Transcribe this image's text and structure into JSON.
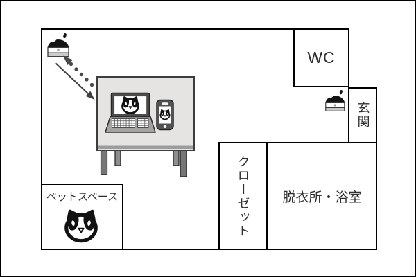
{
  "rooms": {
    "wc": {
      "label": "WC"
    },
    "genkan": {
      "label": "玄関"
    },
    "closet": {
      "label": "クローゼット"
    },
    "bathroom": {
      "label": "脱衣所・浴室"
    },
    "pet_space": {
      "label": "ペットスペース"
    }
  },
  "icons": {
    "camera_living": "dome-security-camera-icon",
    "camera_genkan": "dome-security-camera-icon",
    "laptop": "laptop-showing-cat-icon",
    "smartphone": "smartphone-showing-cat-icon",
    "pet_cat": "cat-face-icon",
    "arrow_dotted": "dotted-signal-arrow-toward-camera",
    "arrow_solid": "solid-signal-arrow-toward-desk"
  },
  "colors": {
    "wall": "#000000",
    "background": "#ffffff",
    "text": "#2e2e2e",
    "desk_top": "#e6e4e2",
    "desk_leg_front": "#767676",
    "desk_leg_back": "#8e8e8e",
    "laptop_frame": "#4c4c4c",
    "keyboard_deck": "#a5a3a2",
    "phone_body": "#525252",
    "camera_dome": "#141414",
    "camera_base": "#cccccc",
    "arrow": "#3f3f3f"
  }
}
